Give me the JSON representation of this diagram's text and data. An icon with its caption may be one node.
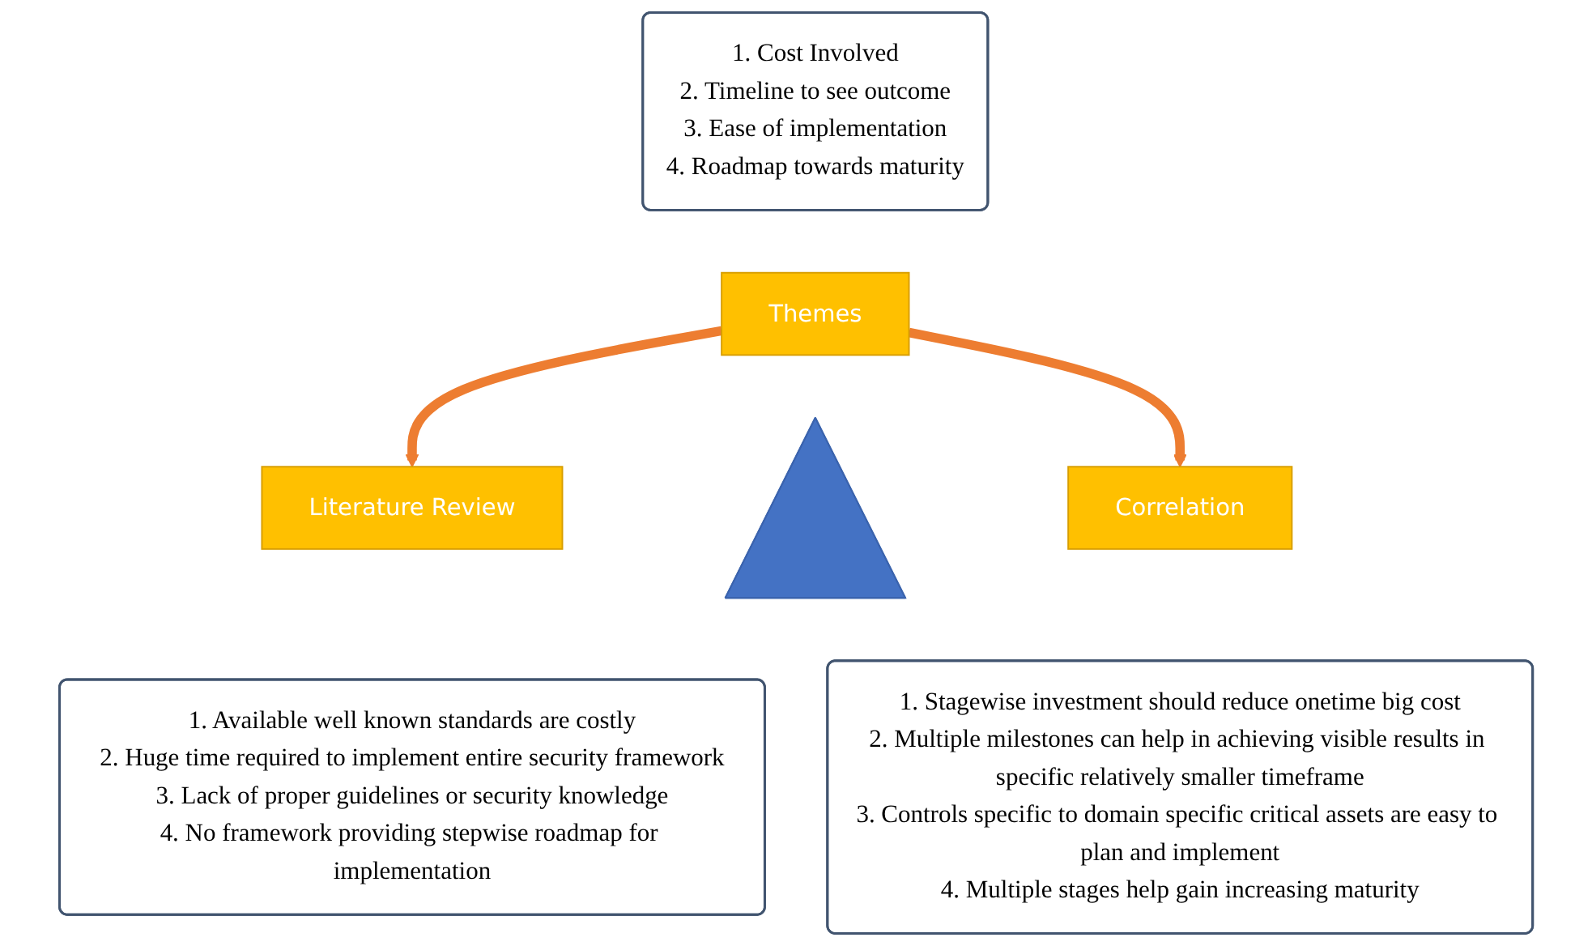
{
  "diagram": {
    "nodes": [
      {
        "text": [
          "1. Cost Involved",
          "2. Timeline to see outcome",
          "3. Ease of implementation",
          "4. Roadmap towards maturity"
        ]
      },
      {
        "text": [
          "Themes"
        ]
      },
      {
        "text": [],
        "shape": "triangle"
      },
      {
        "text": [
          "Literature Review"
        ]
      },
      {
        "text": [
          "Correlation"
        ]
      },
      {
        "text": [
          "1. Available well known standards are costly",
          "2. Huge time required to implement entire security framework",
          "3. Lack of proper guidelines or security knowledge",
          "4. No framework providing stepwise roadmap for implementation"
        ]
      },
      {
        "text": [
          "1. Stagewise investment should reduce onetime big cost",
          "2. Multiple milestones can help in achieving visible results in specific relatively smaller timeframe",
          "3. Controls specific to domain specific critical assets are easy to plan and implement",
          "4. Multiple stages help gain increasing maturity"
        ]
      }
    ],
    "edges": [
      {
        "from": 1,
        "to": 3,
        "arrow": "to"
      },
      {
        "from": 1,
        "to": 4,
        "arrow": "to"
      }
    ]
  }
}
